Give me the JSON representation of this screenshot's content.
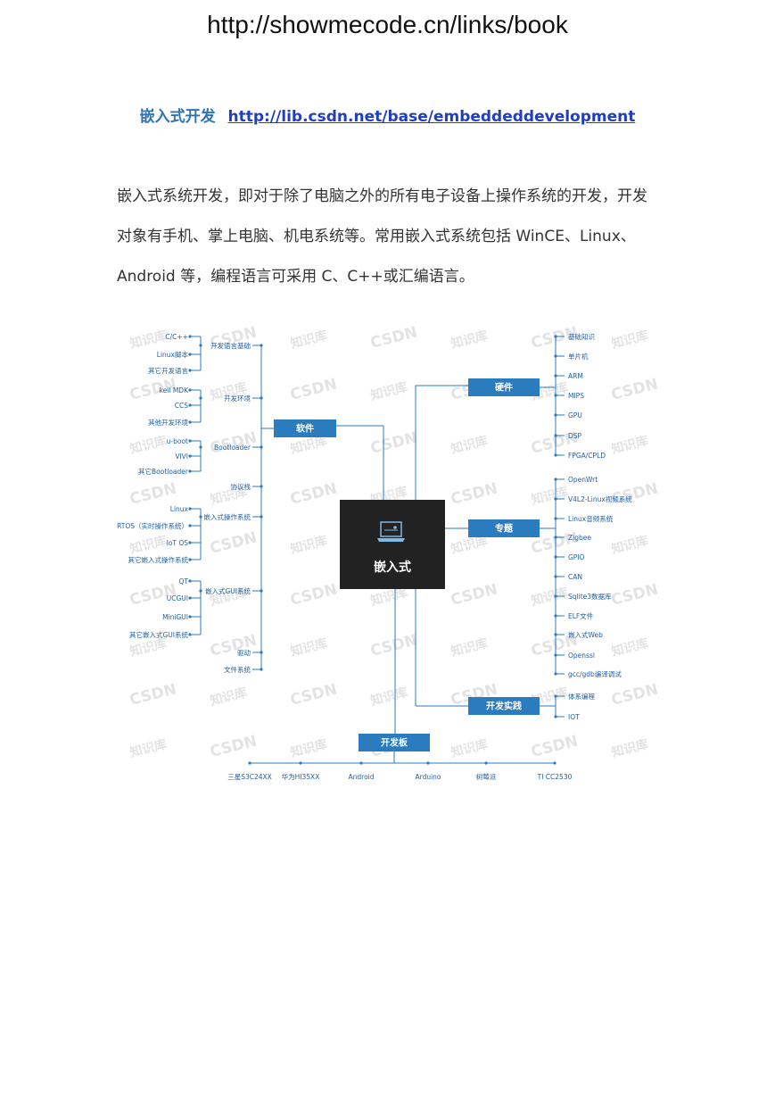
{
  "header": {
    "url": "http://showmecode.cn/links/book"
  },
  "title": {
    "label": "嵌入式开发",
    "link": "http://lib.csdn.net/base/embeddeddevelopment"
  },
  "intro": {
    "lines": [
      "嵌入式系统开发，即对于除了电脑之外的所有电子设备上操作系统的开发，开发",
      "对象有手机、掌上电脑、机电系统等。常用嵌入式系统包括 WinCE、Linux、",
      "Android 等，编程语言可采用 C、C++或汇编语言。"
    ]
  },
  "mindmap": {
    "center": {
      "label": "嵌入式",
      "icon": "laptop-icon"
    },
    "software": {
      "label": "软件",
      "groups": [
        {
          "label": "开发语言基础",
          "items": [
            "C/C++",
            "Linux脚本",
            "其它开发语言"
          ]
        },
        {
          "label": "开发环境",
          "items": [
            "keil MDK",
            "CCS",
            "其他开发环境"
          ]
        },
        {
          "label": "Bootloader",
          "items": [
            "u-boot",
            "VIVI",
            "其它Bootloader"
          ]
        },
        {
          "label": "协议栈",
          "items": []
        },
        {
          "label": "嵌入式操作系统",
          "items": [
            "Linux",
            "RTOS（实时操作系统）",
            "IoT OS",
            "其它嵌入式操作系统"
          ]
        },
        {
          "label": "嵌入式GUI系统",
          "items": [
            "QT",
            "UCGUI",
            "MiniGUI",
            "其它嵌入式GUI系统"
          ]
        },
        {
          "label": "驱动",
          "items": []
        },
        {
          "label": "文件系统",
          "items": []
        }
      ]
    },
    "hardware": {
      "label": "硬件",
      "items": [
        "基础知识",
        "单片机",
        "ARM",
        "MIPS",
        "GPU",
        "DSP",
        "FPGA/CPLD"
      ]
    },
    "topics": {
      "label": "专题",
      "items": [
        "OpenWrt",
        "V4L2-Linux视频系统",
        "Linux音频系统",
        "Zigbee",
        "GPIO",
        "CAN",
        "Sqlite3数据库",
        "ELF文件",
        "嵌入式Web",
        "Openssl",
        "gcc/gdb编译调试"
      ]
    },
    "practice": {
      "label": "开发实践",
      "items": [
        "体系编程",
        "IOT"
      ]
    },
    "boards": {
      "label": "开发板",
      "items": [
        "三星S3C24XX",
        "华为HI35XX",
        "Android",
        "Arduino",
        "树莓派",
        "TI CC2530"
      ]
    },
    "colors": {
      "box": "#2B7BBF",
      "center": "#222222",
      "line": "#2B7BBF",
      "text": "#1F5FA8"
    },
    "watermarks": [
      "CSDN",
      "知识库"
    ]
  }
}
